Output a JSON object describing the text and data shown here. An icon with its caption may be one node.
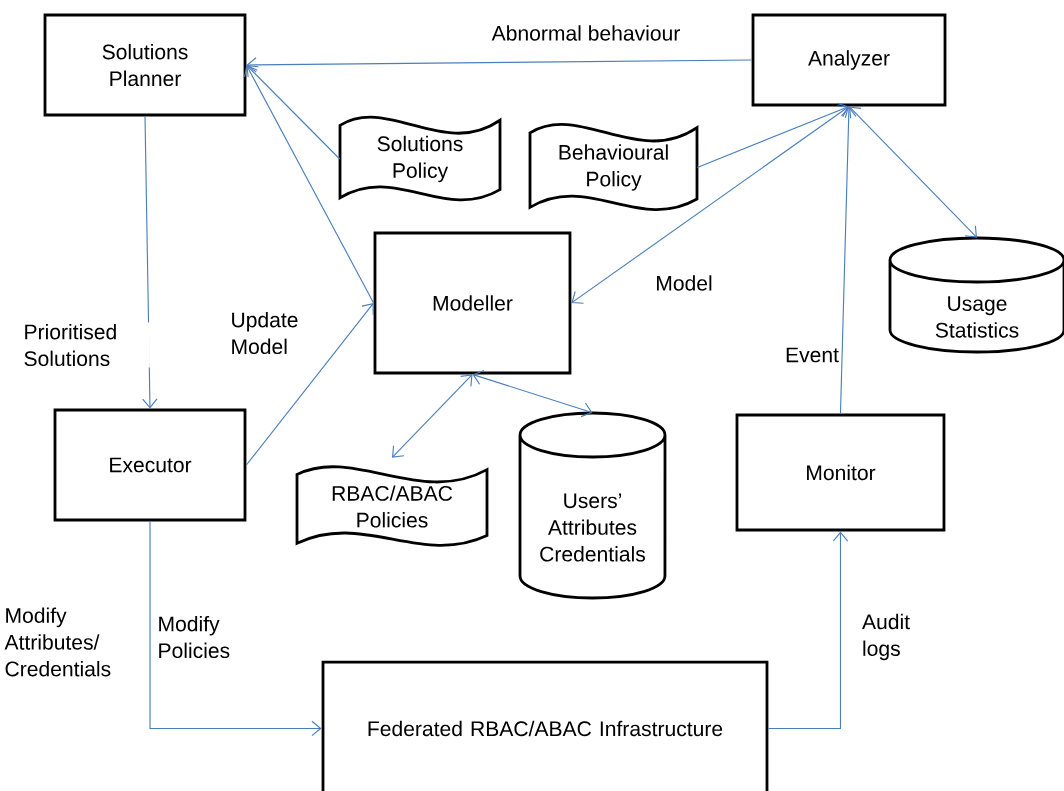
{
  "diagram": {
    "nodes": [
      {
        "text": [
          "Solutions Planner"
        ]
      },
      {
        "text": [
          "Analyzer"
        ]
      },
      {
        "text": [
          "Solutions Policy"
        ]
      },
      {
        "text": [
          "Behavioural Policy"
        ]
      },
      {
        "text": [
          "Modeller"
        ]
      },
      {
        "text": [
          "Usage Statistics"
        ]
      },
      {
        "text": [
          "Executor"
        ]
      },
      {
        "text": [
          "RBAC/ABAC Policies"
        ]
      },
      {
        "text": [
          "Users’ Attributes Credentials"
        ]
      },
      {
        "text": [
          "Monitor"
        ]
      },
      {
        "text": [
          "Federated RBAC/ABAC Infrastructure"
        ]
      }
    ],
    "edges": [
      {
        "from": 1,
        "to": 0,
        "arrow": "to",
        "label": "Abnormal behaviour"
      },
      {
        "from": 2,
        "to": 0,
        "arrow": "to"
      },
      {
        "from": 4,
        "to": 0,
        "arrow": "to"
      },
      {
        "from": 3,
        "to": 1,
        "arrow": "to"
      },
      {
        "from": 1,
        "to": 4,
        "arrow": "both",
        "label": "Model"
      },
      {
        "from": 1,
        "to": 5,
        "arrow": "both"
      },
      {
        "from": 0,
        "to": 6,
        "arrow": "to",
        "label": "Prioritised Solutions"
      },
      {
        "from": 6,
        "to": 4,
        "arrow": "to",
        "label": "Update Model"
      },
      {
        "from": 4,
        "to": 7,
        "arrow": "both"
      },
      {
        "from": 4,
        "to": 8,
        "arrow": "both"
      },
      {
        "from": 9,
        "to": 1,
        "arrow": "to",
        "label": "Event"
      },
      {
        "from": 6,
        "to": 10,
        "arrow": "to",
        "label": "Modify Policies"
      },
      {
        "from": 10,
        "to": 9,
        "arrow": "to",
        "label": "Audit logs"
      }
    ],
    "labels": [
      "Modify Attributes/ Credentials"
    ]
  }
}
